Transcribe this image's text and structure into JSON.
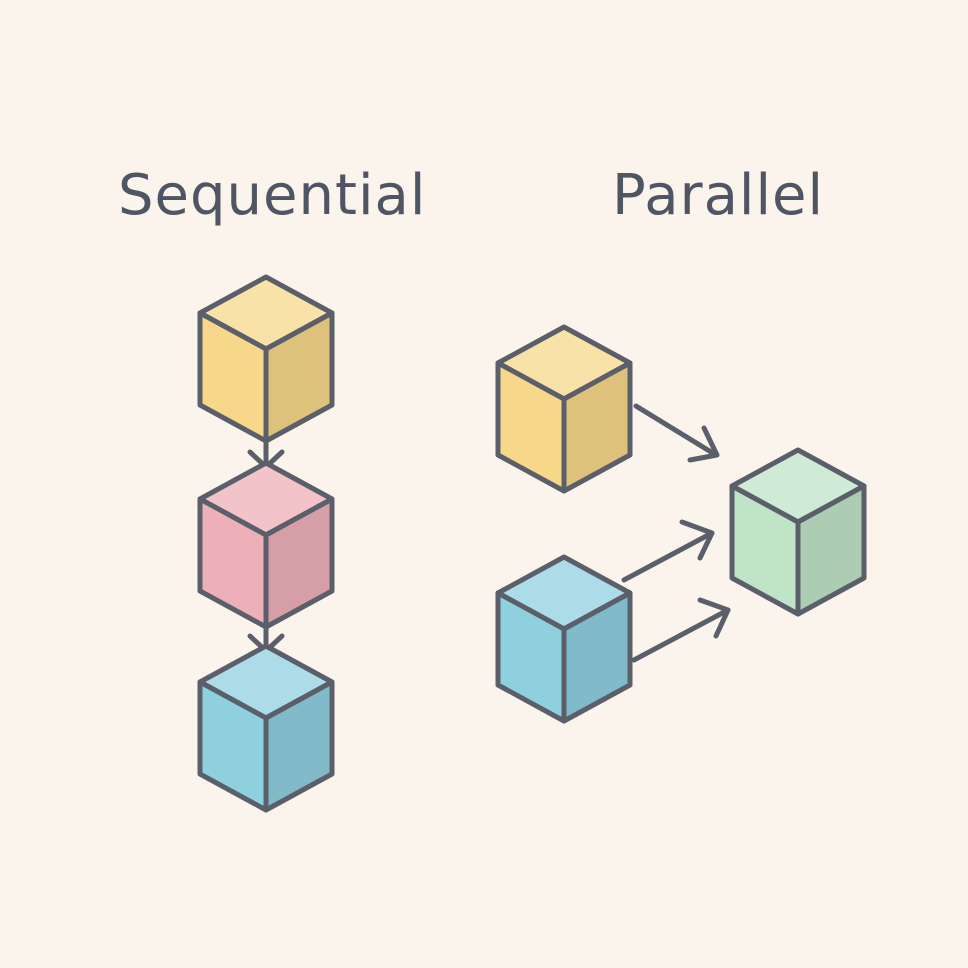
{
  "diagram": {
    "sequential_title": "Sequential",
    "parallel_title": "Parallel"
  },
  "colors": {
    "background": "#fbf4ec",
    "outline": "#5b5f6a",
    "text": "#4f5562",
    "yellow": "#f7d88a",
    "pink": "#eeb0b8",
    "blue": "#8fd0df",
    "green": "#bfe4c8"
  },
  "cubes": {
    "sequential": [
      "yellow",
      "pink",
      "blue"
    ],
    "parallel_inputs": [
      "yellow",
      "blue"
    ],
    "parallel_output": "green"
  }
}
